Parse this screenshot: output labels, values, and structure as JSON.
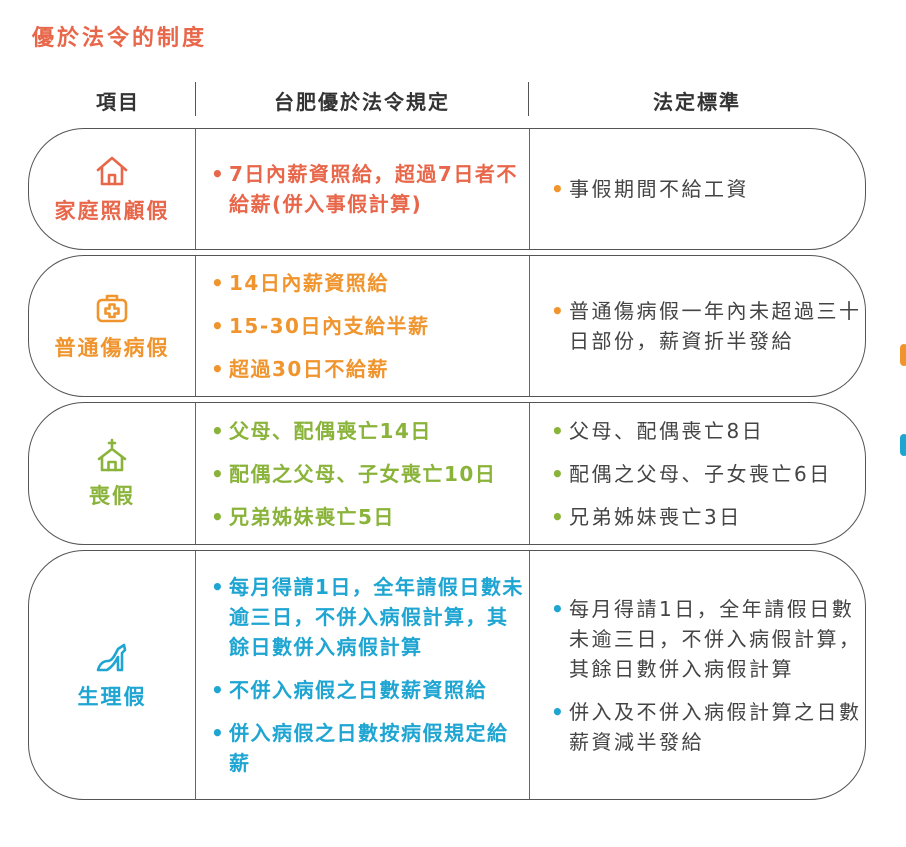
{
  "page_title": "優於法令的制度",
  "headers": {
    "col1": "項目",
    "col2": "台肥優於法令規定",
    "col3": "法定標準"
  },
  "bullet": "•",
  "colors": {
    "title": "#e8674a",
    "red": "#e8674a",
    "orange": "#f0952e",
    "green": "#8ab33a",
    "blue": "#1ea5d2"
  },
  "rows": [
    {
      "category": "家庭照顧假",
      "icon": "house-icon",
      "taifei": [
        "7日內薪資照給，超過7日者不給薪(併入事假計算)"
      ],
      "legal": [
        "事假期間不給工資"
      ]
    },
    {
      "category": "普通傷病假",
      "icon": "first-aid-kit-icon",
      "taifei": [
        "14日內薪資照給",
        "15-30日內支給半薪",
        "超過30日不給薪"
      ],
      "legal": [
        "普通傷病假一年內未超過三十日部份，薪資折半發給"
      ]
    },
    {
      "category": "喪假",
      "icon": "chapel-icon",
      "taifei": [
        "父母、配偶喪亡14日",
        "配偶之父母、子女喪亡10日",
        "兄弟姊妹喪亡5日"
      ],
      "legal": [
        "父母、配偶喪亡8日",
        "配偶之父母、子女喪亡6日",
        "兄弟姊妹喪亡3日"
      ]
    },
    {
      "category": "生理假",
      "icon": "high-heel-icon",
      "taifei": [
        "每月得請1日，全年請假日數未逾三日，不併入病假計算，其餘日數併入病假計算",
        "不併入病假之日數薪資照給",
        "併入病假之日數按病假規定給薪"
      ],
      "legal": [
        "每月得請1日，全年請假日數未逾三日，不併入病假計算，其餘日數併入病假計算",
        "併入及不併入病假計算之日數薪資減半發給"
      ]
    }
  ]
}
